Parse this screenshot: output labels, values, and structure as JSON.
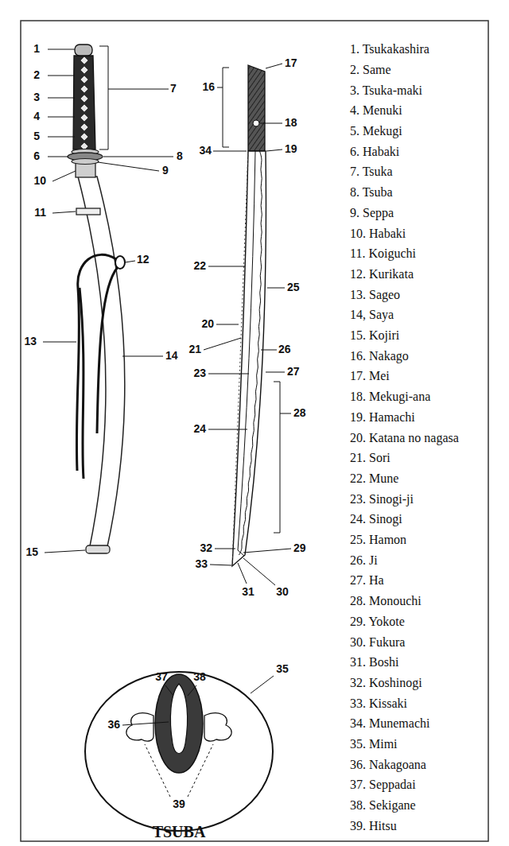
{
  "diagram": {
    "labels": [
      "1",
      "2",
      "3",
      "4",
      "5",
      "6",
      "7",
      "8",
      "9",
      "10",
      "11",
      "12",
      "13",
      "14",
      "15",
      "17",
      "16",
      "18",
      "34",
      "19",
      "22",
      "25",
      "20",
      "21",
      "26",
      "23",
      "27",
      "24",
      "28",
      "32",
      "29",
      "33",
      "31",
      "30",
      "35",
      "37",
      "38",
      "36",
      "39",
      "1. Tsukakashira",
      "2. Same",
      "3. Tsuka-maki",
      "4. Menuki",
      "5. Mekugi",
      "6. Habaki",
      "7. Tsuka",
      "8. Tsuba",
      "9. Seppa",
      "10. Habaki",
      "11. Koiguchi",
      "12. Kurikata",
      "13. Sageo",
      "14, Saya",
      "15. Kojiri",
      "16. Nakago",
      "17. Mei",
      "18. Mekugi-ana",
      "19. Hamachi",
      "20. Katana no nagasa",
      "21. Sori",
      "22. Mune",
      "23. Sinogi-ji",
      "24. Sinogi",
      "25. Hamon",
      "26. Ji",
      "27. Ha",
      "28. Monouchi",
      "29. Yokote",
      "30. Fukura",
      "31. Boshi",
      "32. Koshinogi",
      "33. Kissaki",
      "34. Munemachi",
      "35. Mimi",
      "36. Nakagoana",
      "37. Seppadai",
      "38. Sekigane",
      "39. Hitsu",
      "TSUBA"
    ]
  }
}
